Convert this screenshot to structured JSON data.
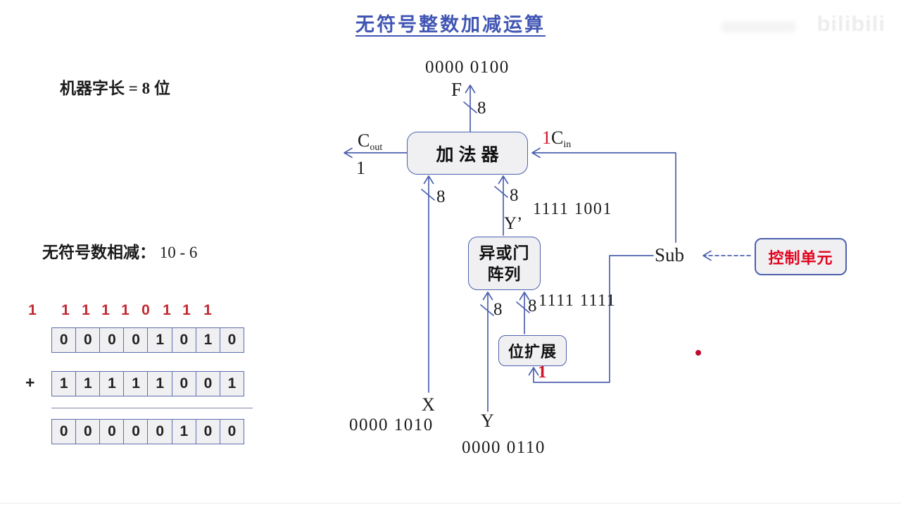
{
  "title": "无符号整数加减运算",
  "watermark": "bilibili",
  "notes": {
    "word_length": "机器字长 = 8 位",
    "subtraction_label": "无符号数相减：",
    "subtraction_value": "10 - 6"
  },
  "arithmetic": {
    "plus": "+",
    "carry": [
      "1",
      "1",
      "1",
      "1",
      "1",
      "0",
      "1",
      "1",
      "1"
    ],
    "operand1": [
      "0",
      "0",
      "0",
      "0",
      "1",
      "0",
      "1",
      "0"
    ],
    "operand2": [
      "1",
      "1",
      "1",
      "1",
      "1",
      "0",
      "0",
      "1"
    ],
    "result": [
      "0",
      "0",
      "0",
      "0",
      "0",
      "1",
      "0",
      "0"
    ]
  },
  "diagram": {
    "adder_label": "加法器",
    "xor_line1": "异或门",
    "xor_line2": "阵列",
    "bit_extend_label": "位扩展",
    "control_unit_label": "控制单元",
    "sub_label": "Sub",
    "f_label": "F",
    "f_value": "0000 0100",
    "cout_base": "C",
    "cout_sub": "out",
    "cout_value": "1",
    "cin_value": "1",
    "cin_base": "C",
    "cin_sub": "in",
    "x_label": "X",
    "x_value": "0000 1010",
    "y_label": "Y",
    "y_value": "0000 0110",
    "yprime_label": "Y’",
    "yprime_value": "1111 1001",
    "extend_value": "1111 1111",
    "extend_in_value": "1",
    "bus_width": "8"
  },
  "colors": {
    "wire_blue": "#4d61ae",
    "title_blue": "#4156b4",
    "carry_red": "#c32832",
    "bright_red": "#e1041f",
    "box_fill": "#f0f0f2"
  }
}
